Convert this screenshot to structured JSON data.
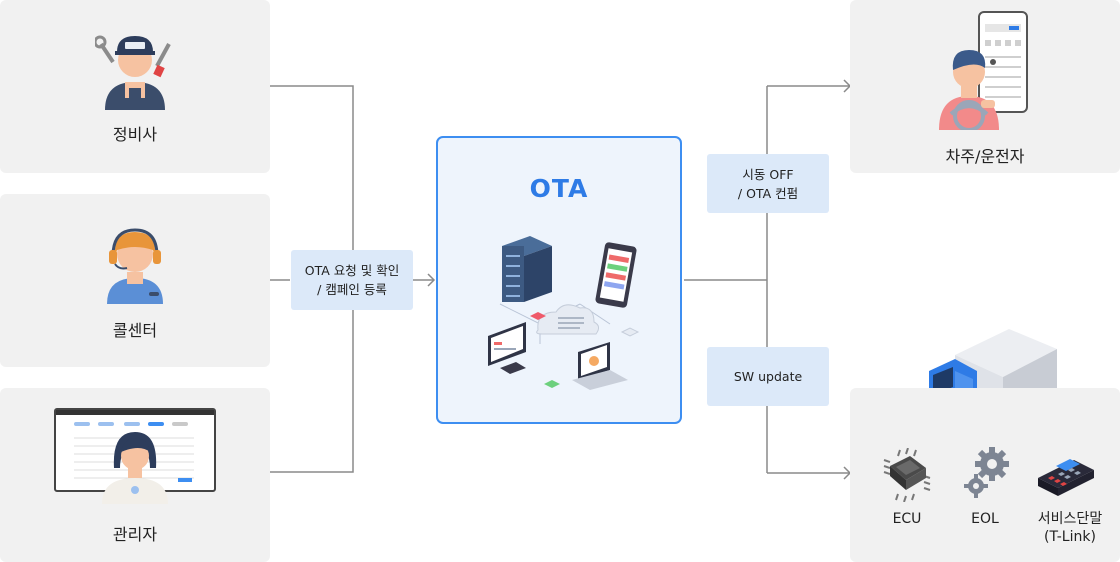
{
  "actors": [
    {
      "label": "정비사",
      "icon": "mechanic-icon"
    },
    {
      "label": "콜센터",
      "icon": "call-center-agent-icon"
    },
    {
      "label": "관리자",
      "icon": "admin-icon"
    }
  ],
  "left_connector": {
    "line1": "OTA 요청 및 확인",
    "line2": "/ 캠페인 등록"
  },
  "center": {
    "title": "OTA",
    "accent_color": "#3d8ef1"
  },
  "right_connectors": [
    {
      "line1": "시동 OFF",
      "line2": "/ OTA 컨펌"
    },
    {
      "line1": "SW update"
    }
  ],
  "targets": {
    "owner": {
      "label": "차주/운전자"
    },
    "devices": [
      {
        "label": "ECU",
        "icon": "chip-icon"
      },
      {
        "label": "EOL",
        "icon": "gear-icon"
      },
      {
        "label": "서비스단말",
        "label2": "(T-Link)",
        "icon": "payment-terminal-icon"
      }
    ]
  },
  "colors": {
    "card_bg": "#f1f1f1",
    "pill_bg": "#dce9f9",
    "line": "#777777"
  }
}
